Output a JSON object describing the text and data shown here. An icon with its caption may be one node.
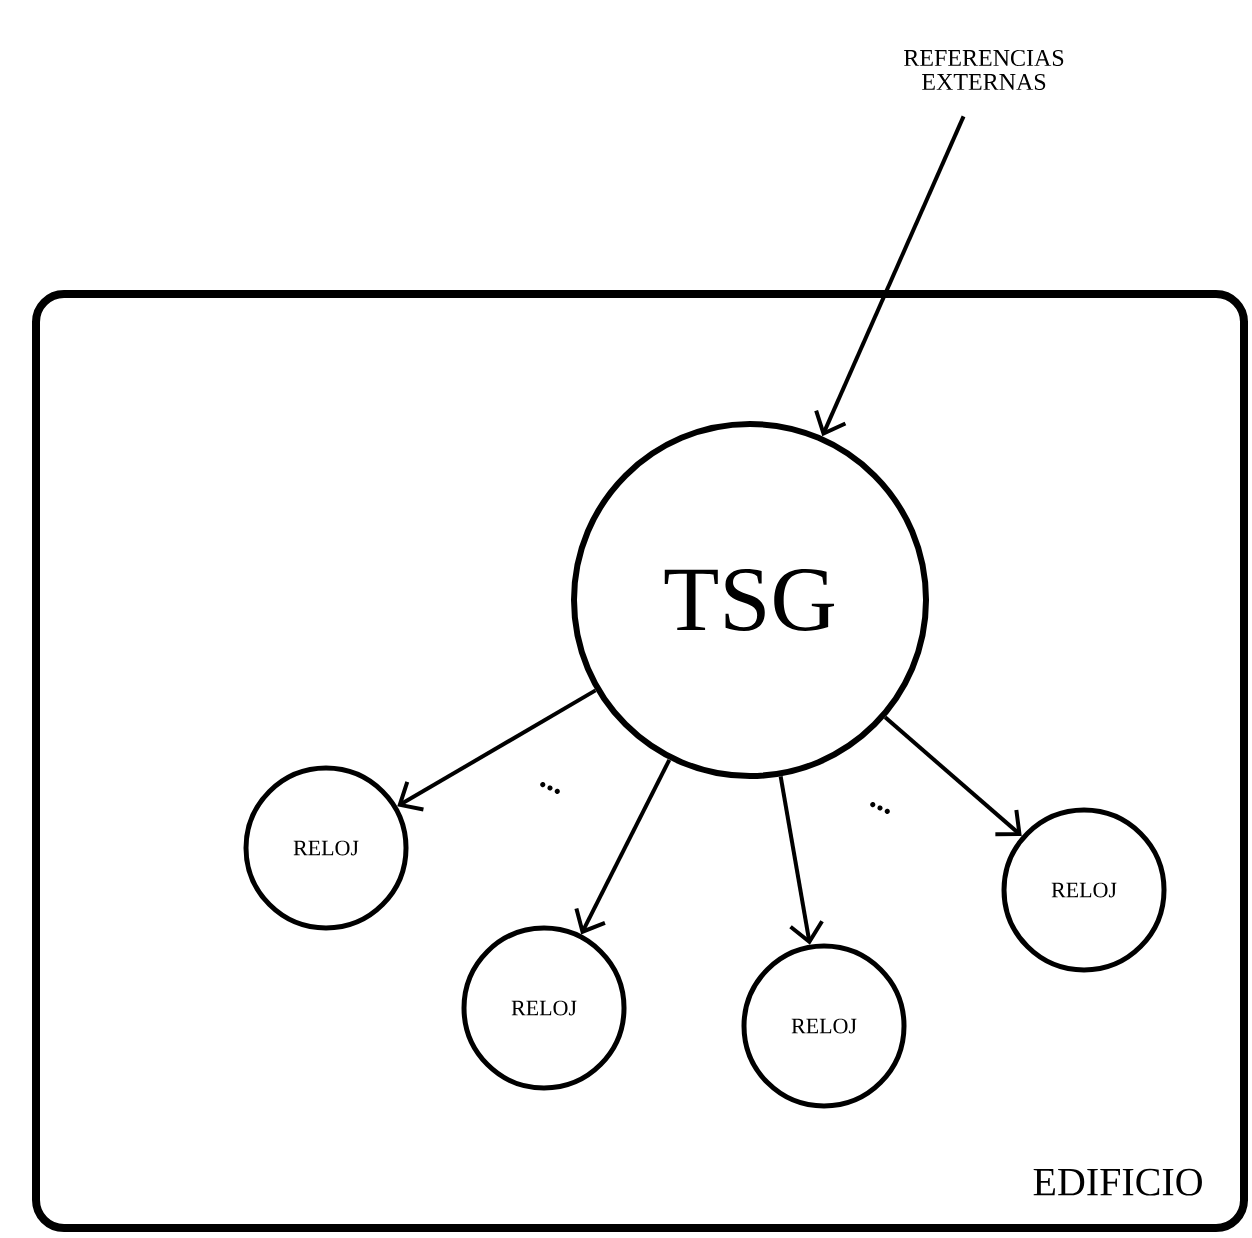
{
  "diagram": {
    "nodes": [
      {
        "text": [
          "EDIFICIO"
        ]
      },
      {
        "text": [
          "REFERENCIAS EXTERNAS"
        ]
      },
      {
        "text": [
          "TSG"
        ],
        "in": 0
      },
      {
        "text": [
          "RELOJ"
        ],
        "in": 0
      },
      {
        "text": [
          "RELOJ"
        ],
        "in": 0
      },
      {
        "text": [
          "RELOJ"
        ],
        "in": 0
      },
      {
        "text": [
          "RELOJ"
        ],
        "in": 0
      }
    ],
    "edges": [
      {
        "from": 1,
        "to": 2,
        "arrow": "to"
      },
      {
        "from": 2,
        "to": 3,
        "arrow": "to"
      },
      {
        "from": 2,
        "to": 4,
        "arrow": "to"
      },
      {
        "from": 2,
        "to": 5,
        "arrow": "to"
      },
      {
        "from": 2,
        "to": 6,
        "arrow": "to"
      }
    ],
    "labels": [
      "...",
      "..."
    ]
  }
}
